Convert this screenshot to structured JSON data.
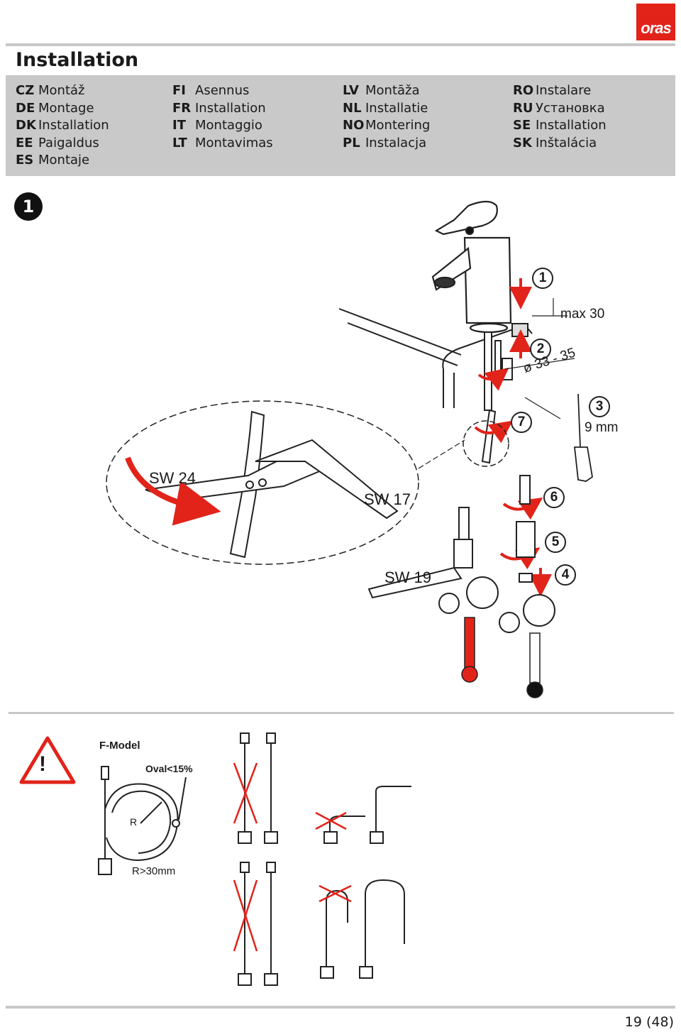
{
  "brand": {
    "logo_text": "oras",
    "accent": "#e2231a"
  },
  "header": {
    "title": "Installation"
  },
  "languages": {
    "col1": [
      {
        "code": "CZ",
        "label": "Montáž"
      },
      {
        "code": "DE",
        "label": "Montage"
      },
      {
        "code": "DK",
        "label": "Installation"
      },
      {
        "code": "EE",
        "label": "Paigaldus"
      },
      {
        "code": "ES",
        "label": "Montaje"
      }
    ],
    "col2": [
      {
        "code": "FI",
        "label": "Asennus"
      },
      {
        "code": "FR",
        "label": "Installation"
      },
      {
        "code": "IT",
        "label": "Montaggio"
      },
      {
        "code": "LT",
        "label": "Montavimas"
      }
    ],
    "col3": [
      {
        "code": "LV",
        "label": "Montāža"
      },
      {
        "code": "NL",
        "label": "Installatie"
      },
      {
        "code": "NO",
        "label": "Montering"
      },
      {
        "code": "PL",
        "label": "Instalacja"
      }
    ],
    "col4": [
      {
        "code": "RO",
        "label": "Instalare"
      },
      {
        "code": "RU",
        "label": "Установка"
      },
      {
        "code": "SE",
        "label": "Installation"
      },
      {
        "code": "SK",
        "label": "Inštalácia"
      }
    ]
  },
  "step": {
    "number": "1"
  },
  "diagram": {
    "callouts": [
      "1",
      "2",
      "3",
      "4",
      "5",
      "6",
      "7"
    ],
    "labels": {
      "max": "max 30",
      "hole": "ø 33 - 35",
      "screwdriver": "9 mm",
      "sw24": "SW 24",
      "sw17": "SW 17",
      "sw19": "SW 19"
    }
  },
  "warning": {
    "icon": "warning-triangle-icon",
    "model": "F-Model",
    "oval": "Oval<15%",
    "radius_letter": "R",
    "radius_rule": "R>30mm"
  },
  "footer": {
    "page": "19 (48)"
  }
}
